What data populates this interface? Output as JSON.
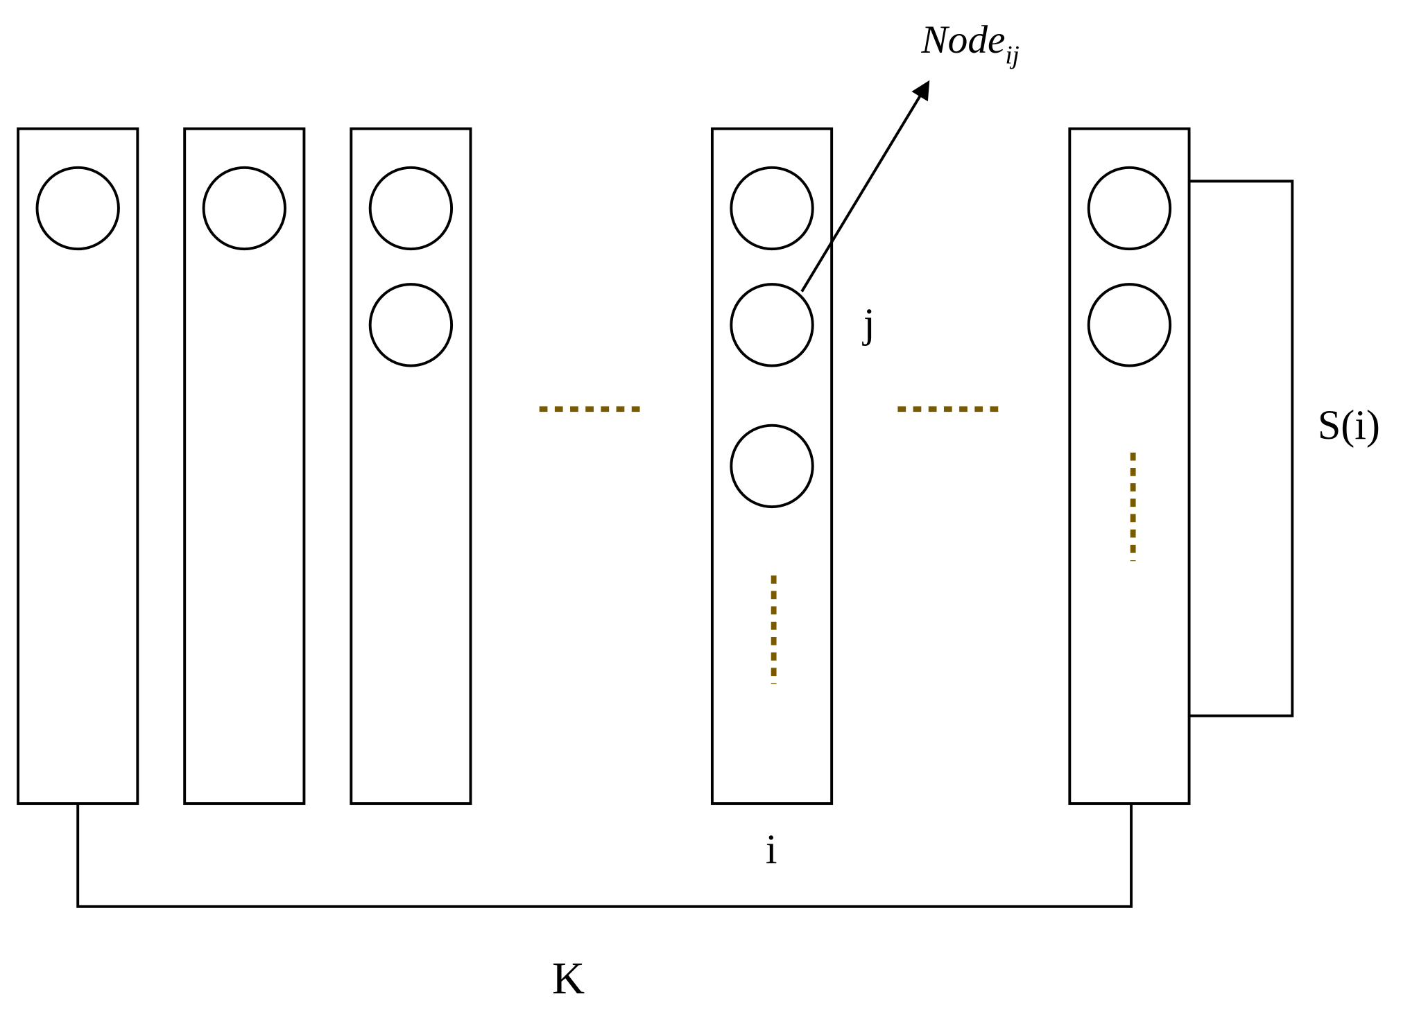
{
  "labels": {
    "node": "Node",
    "node_subscript": "ij",
    "j": "j",
    "i": "i",
    "s": "S(i)",
    "k": "K"
  },
  "colors": {
    "stroke": "#000000",
    "dots": "#7a5a00",
    "background": "#ffffff"
  }
}
